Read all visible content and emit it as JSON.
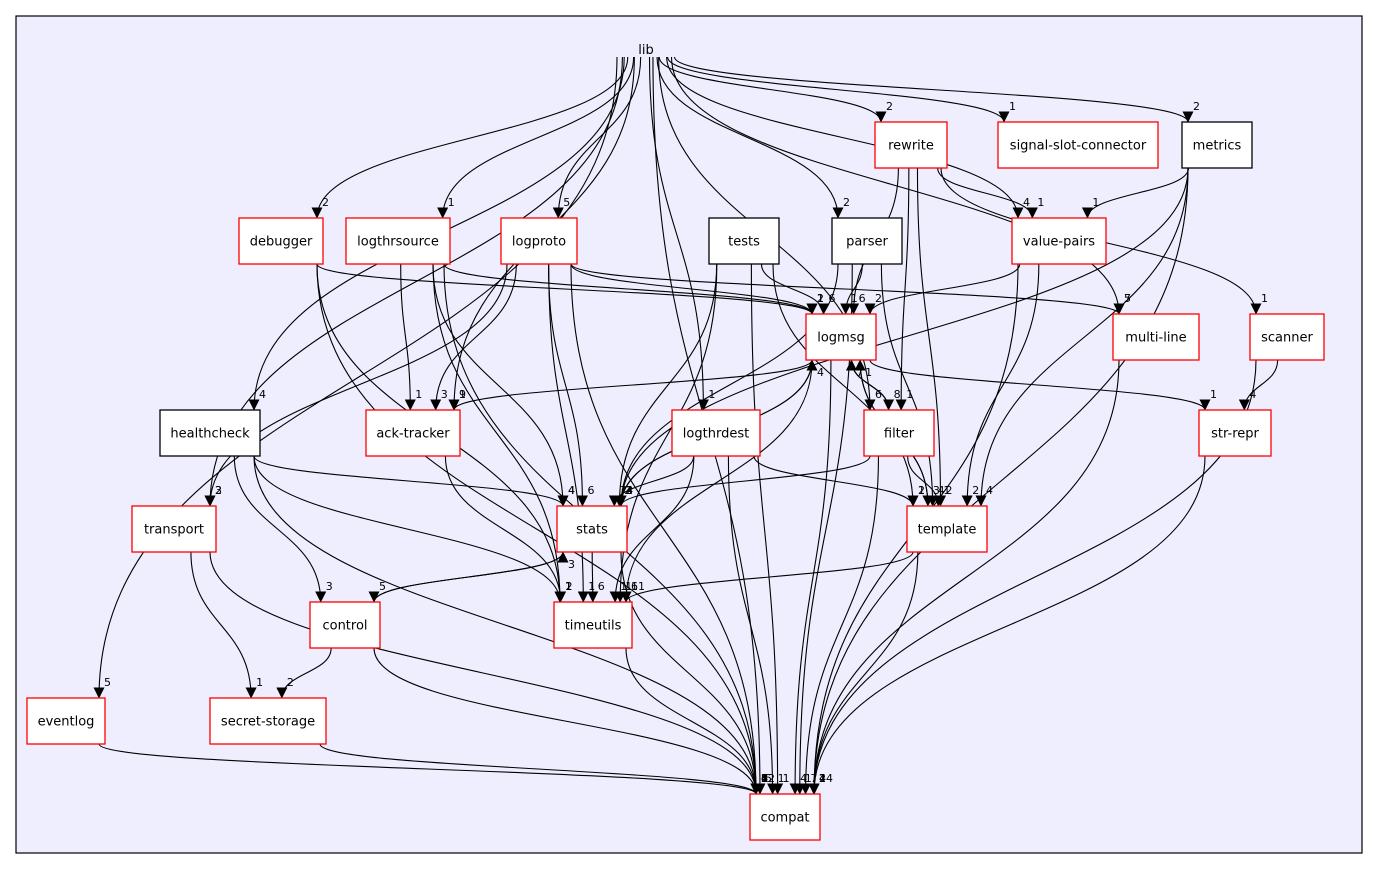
{
  "diagram": {
    "colors": {
      "background": "#eeeeff",
      "cluster_border": "#000000",
      "node_red": "#ff0000",
      "node_black": "#000000",
      "edge": "#000000"
    },
    "cluster_label": "lib",
    "nodes": [
      {
        "id": "signal-slot-connector",
        "label": "signal-slot-connector",
        "border": "red"
      },
      {
        "id": "metrics",
        "label": "metrics",
        "border": "black"
      },
      {
        "id": "rewrite",
        "label": "rewrite",
        "border": "red"
      },
      {
        "id": "debugger",
        "label": "debugger",
        "border": "red"
      },
      {
        "id": "logthrsource",
        "label": "logthrsource",
        "border": "red"
      },
      {
        "id": "logproto",
        "label": "logproto",
        "border": "red"
      },
      {
        "id": "tests",
        "label": "tests",
        "border": "black"
      },
      {
        "id": "parser",
        "label": "parser",
        "border": "black"
      },
      {
        "id": "value-pairs",
        "label": "value-pairs",
        "border": "red"
      },
      {
        "id": "logmsg",
        "label": "logmsg",
        "border": "red"
      },
      {
        "id": "multi-line",
        "label": "multi-line",
        "border": "red"
      },
      {
        "id": "scanner",
        "label": "scanner",
        "border": "red"
      },
      {
        "id": "healthcheck",
        "label": "healthcheck",
        "border": "black"
      },
      {
        "id": "ack-tracker",
        "label": "ack-tracker",
        "border": "red"
      },
      {
        "id": "logthrdest",
        "label": "logthrdest",
        "border": "red"
      },
      {
        "id": "filter",
        "label": "filter",
        "border": "red"
      },
      {
        "id": "str-repr",
        "label": "str-repr",
        "border": "red"
      },
      {
        "id": "transport",
        "label": "transport",
        "border": "red"
      },
      {
        "id": "stats",
        "label": "stats",
        "border": "red"
      },
      {
        "id": "template",
        "label": "template",
        "border": "red"
      },
      {
        "id": "control",
        "label": "control",
        "border": "red"
      },
      {
        "id": "timeutils",
        "label": "timeutils",
        "border": "red"
      },
      {
        "id": "eventlog",
        "label": "eventlog",
        "border": "red"
      },
      {
        "id": "secret-storage",
        "label": "secret-storage",
        "border": "red"
      },
      {
        "id": "compat",
        "label": "compat",
        "border": "red"
      }
    ],
    "edges": [
      {
        "from": "lib",
        "to": "signal-slot-connector",
        "label": "1"
      },
      {
        "from": "lib",
        "to": "metrics",
        "label": "2"
      },
      {
        "from": "lib",
        "to": "rewrite",
        "label": "2"
      },
      {
        "from": "lib",
        "to": "debugger",
        "label": "2"
      },
      {
        "from": "lib",
        "to": "logthrsource",
        "label": "1"
      },
      {
        "from": "lib",
        "to": "logproto",
        "label": "5"
      },
      {
        "from": "lib",
        "to": "parser",
        "label": "2"
      },
      {
        "from": "lib",
        "to": "value-pairs",
        "label": "4"
      },
      {
        "from": "lib",
        "to": "multi-line",
        "label": "7"
      },
      {
        "from": "lib",
        "to": "healthcheck",
        "label": "4"
      },
      {
        "from": "lib",
        "to": "ack-tracker",
        "label": "9"
      },
      {
        "from": "lib",
        "to": "logthrdest",
        "label": "1"
      },
      {
        "from": "lib",
        "to": "filter",
        "label": "6"
      },
      {
        "from": "lib",
        "to": "transport",
        "label": "3"
      },
      {
        "from": "lib",
        "to": "eventlog",
        "label": "5"
      },
      {
        "from": "lib",
        "to": "compat",
        "label": "5"
      },
      {
        "from": "metrics",
        "to": "value-pairs",
        "label": "1"
      },
      {
        "from": "metrics",
        "to": "stats",
        "label": "2"
      },
      {
        "from": "metrics",
        "to": "template",
        "label": "4"
      },
      {
        "from": "metrics",
        "to": "compat",
        "label": "2"
      },
      {
        "from": "rewrite",
        "to": "value-pairs",
        "label": "1"
      },
      {
        "from": "rewrite",
        "to": "scanner",
        "label": "1"
      },
      {
        "from": "rewrite",
        "to": "logmsg",
        "label": "6"
      },
      {
        "from": "rewrite",
        "to": "filter",
        "label": "1"
      },
      {
        "from": "rewrite",
        "to": "template",
        "label": "2"
      },
      {
        "from": "debugger",
        "to": "logmsg",
        "label": "2"
      },
      {
        "from": "debugger",
        "to": "timeutils",
        "label": "1"
      },
      {
        "from": "debugger",
        "to": "compat",
        "label": "4"
      },
      {
        "from": "logthrsource",
        "to": "logmsg",
        "label": "1"
      },
      {
        "from": "logthrsource",
        "to": "ack-tracker",
        "label": "1"
      },
      {
        "from": "logthrsource",
        "to": "stats",
        "label": "4"
      },
      {
        "from": "logthrsource",
        "to": "timeutils",
        "label": "1"
      },
      {
        "from": "logthrsource",
        "to": "compat",
        "label": "4"
      },
      {
        "from": "logproto",
        "to": "logmsg",
        "label": "1"
      },
      {
        "from": "logproto",
        "to": "multi-line",
        "label": "5"
      },
      {
        "from": "logproto",
        "to": "ack-tracker",
        "label": "3"
      },
      {
        "from": "logproto",
        "to": "stats",
        "label": "6"
      },
      {
        "from": "logproto",
        "to": "timeutils",
        "label": "1"
      },
      {
        "from": "logproto",
        "to": "transport",
        "label": "2"
      },
      {
        "from": "logproto",
        "to": "compat",
        "label": "4"
      },
      {
        "from": "tests",
        "to": "logmsg",
        "label": "6"
      },
      {
        "from": "tests",
        "to": "stats",
        "label": "2"
      },
      {
        "from": "tests",
        "to": "template",
        "label": "1"
      },
      {
        "from": "tests",
        "to": "timeutils",
        "label": "1"
      },
      {
        "from": "tests",
        "to": "compat",
        "label": "1"
      },
      {
        "from": "parser",
        "to": "logmsg",
        "label": "1"
      },
      {
        "from": "parser",
        "to": "template",
        "label": "4"
      },
      {
        "from": "parser",
        "to": "stats",
        "label": "4"
      },
      {
        "from": "parser",
        "to": "compat",
        "label": "1"
      },
      {
        "from": "value-pairs",
        "to": "logmsg",
        "label": "2"
      },
      {
        "from": "value-pairs",
        "to": "template",
        "label": "2"
      },
      {
        "from": "value-pairs",
        "to": "compat",
        "label": "4"
      },
      {
        "from": "logmsg",
        "to": "ack-tracker",
        "label": "1"
      },
      {
        "from": "logmsg",
        "to": "filter",
        "label": "8"
      },
      {
        "from": "logmsg",
        "to": "str-repr",
        "label": "1"
      },
      {
        "from": "logmsg",
        "to": "stats",
        "label": "4"
      },
      {
        "from": "logmsg",
        "to": "template",
        "label": "3"
      },
      {
        "from": "logmsg",
        "to": "timeutils",
        "label": "11"
      },
      {
        "from": "logmsg",
        "to": "compat",
        "label": "4"
      },
      {
        "from": "multi-line",
        "to": "compat",
        "label": "4"
      },
      {
        "from": "scanner",
        "to": "str-repr",
        "label": "4"
      },
      {
        "from": "scanner",
        "to": "compat",
        "label": "4"
      },
      {
        "from": "healthcheck",
        "to": "stats",
        "label": "4"
      },
      {
        "from": "healthcheck",
        "to": "control",
        "label": "3"
      },
      {
        "from": "healthcheck",
        "to": "timeutils",
        "label": "1"
      },
      {
        "from": "healthcheck",
        "to": "compat",
        "label": "4"
      },
      {
        "from": "ack-tracker",
        "to": "timeutils",
        "label": "2"
      },
      {
        "from": "logthrdest",
        "to": "stats",
        "label": "7"
      },
      {
        "from": "logthrdest",
        "to": "template",
        "label": "2"
      },
      {
        "from": "logthrdest",
        "to": "timeutils",
        "label": "1"
      },
      {
        "from": "logthrdest",
        "to": "compat",
        "label": "1"
      },
      {
        "from": "filter",
        "to": "logmsg",
        "label": "7"
      },
      {
        "from": "filter",
        "to": "stats",
        "label": "3"
      },
      {
        "from": "filter",
        "to": "template",
        "label": "1"
      },
      {
        "from": "filter",
        "to": "compat",
        "label": "7"
      },
      {
        "from": "str-repr",
        "to": "compat",
        "label": "2"
      },
      {
        "from": "transport",
        "to": "secret-storage",
        "label": "1"
      },
      {
        "from": "transport",
        "to": "compat",
        "label": "4"
      },
      {
        "from": "stats",
        "to": "logmsg",
        "label": "4"
      },
      {
        "from": "stats",
        "to": "control",
        "label": "5"
      },
      {
        "from": "stats",
        "to": "timeutils",
        "label": "6"
      },
      {
        "from": "stats",
        "to": "compat",
        "label": "12"
      },
      {
        "from": "template",
        "to": "logmsg",
        "label": "1"
      },
      {
        "from": "template",
        "to": "timeutils",
        "label": "6"
      },
      {
        "from": "template",
        "to": "compat",
        "label": "14"
      },
      {
        "from": "control",
        "to": "stats",
        "label": "3"
      },
      {
        "from": "control",
        "to": "secret-storage",
        "label": "2"
      },
      {
        "from": "control",
        "to": "compat",
        "label": "8"
      },
      {
        "from": "timeutils",
        "to": "compat",
        "label": "6"
      },
      {
        "from": "eventlog",
        "to": "compat",
        "label": "1"
      },
      {
        "from": "secret-storage",
        "to": "compat",
        "label": "2"
      }
    ]
  }
}
